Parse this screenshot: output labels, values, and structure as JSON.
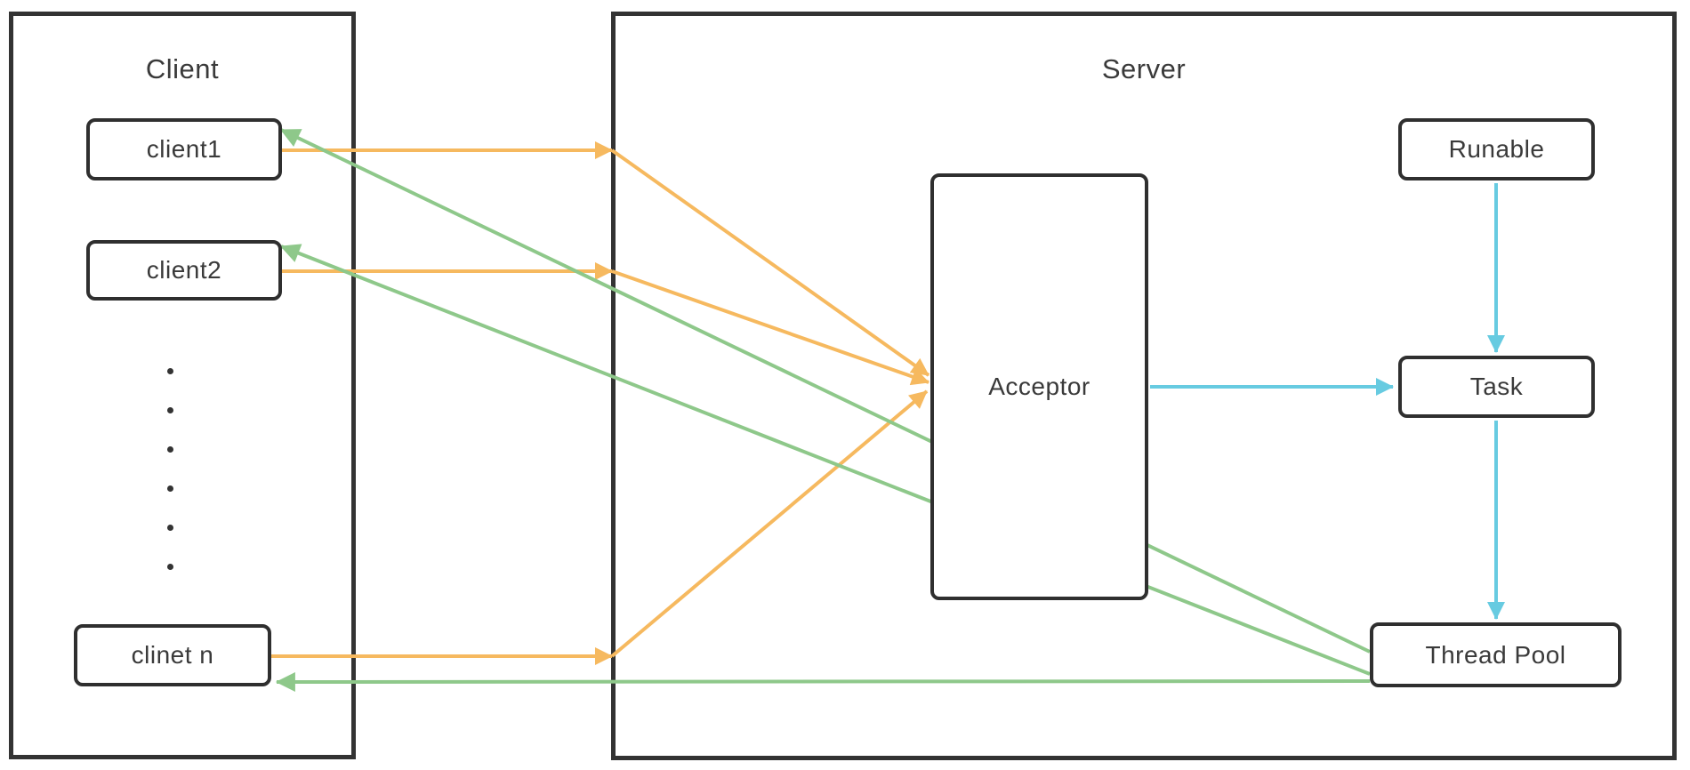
{
  "diagram": {
    "client_panel": {
      "title": "Client",
      "nodes": {
        "client1": "client1",
        "client2": "client2",
        "clientn": "clinet n"
      },
      "ellipsis_dots": 6
    },
    "server_panel": {
      "title": "Server",
      "nodes": {
        "acceptor": "Acceptor",
        "runable": "Runable",
        "task": "Task",
        "thread_pool": "Thread Pool"
      }
    },
    "colors": {
      "client_to_server": "#f6b95f",
      "server_to_client": "#8ec88a",
      "internal_flow": "#67cbe1",
      "box_border": "#2f2f2f",
      "panel_border": "#333333",
      "text": "#3a3a3a"
    },
    "connections": [
      {
        "id": "client1-to-server-border",
        "color": "client_to_server",
        "points": [
          [
            317,
            169
          ],
          [
            688,
            169
          ]
        ],
        "arrow": true
      },
      {
        "id": "server-border-to-acceptor-1",
        "color": "client_to_server",
        "points": [
          [
            688,
            169
          ],
          [
            1044,
            422
          ]
        ],
        "arrow": true
      },
      {
        "id": "client2-to-server-border",
        "color": "client_to_server",
        "points": [
          [
            317,
            305
          ],
          [
            688,
            305
          ]
        ],
        "arrow": true
      },
      {
        "id": "server-border-to-acceptor-2",
        "color": "client_to_server",
        "points": [
          [
            688,
            305
          ],
          [
            1044,
            430
          ]
        ],
        "arrow": true
      },
      {
        "id": "clinetn-to-server-border",
        "color": "client_to_server",
        "points": [
          [
            305,
            738
          ],
          [
            688,
            738
          ]
        ],
        "arrow": true
      },
      {
        "id": "server-border-to-acceptor-3",
        "color": "client_to_server",
        "points": [
          [
            688,
            738
          ],
          [
            1042,
            440
          ]
        ],
        "arrow": true
      },
      {
        "id": "threadpool-to-client1",
        "color": "server_to_client",
        "points": [
          [
            1540,
            733
          ],
          [
            316,
            146
          ]
        ],
        "arrow": true
      },
      {
        "id": "threadpool-to-client2",
        "color": "server_to_client",
        "points": [
          [
            1540,
            758
          ],
          [
            316,
            277
          ]
        ],
        "arrow": true
      },
      {
        "id": "threadpool-to-clinetn",
        "color": "server_to_client",
        "points": [
          [
            1540,
            766
          ],
          [
            311,
            767
          ]
        ],
        "arrow": true
      },
      {
        "id": "runable-to-task",
        "color": "internal_flow",
        "points": [
          [
            1682,
            206
          ],
          [
            1682,
            396
          ]
        ],
        "arrow": true
      },
      {
        "id": "acceptor-to-task",
        "color": "internal_flow",
        "points": [
          [
            1293,
            435
          ],
          [
            1566,
            435
          ]
        ],
        "arrow": true
      },
      {
        "id": "task-to-threadpool",
        "color": "internal_flow",
        "points": [
          [
            1682,
            473
          ],
          [
            1682,
            696
          ]
        ],
        "arrow": true
      }
    ]
  }
}
